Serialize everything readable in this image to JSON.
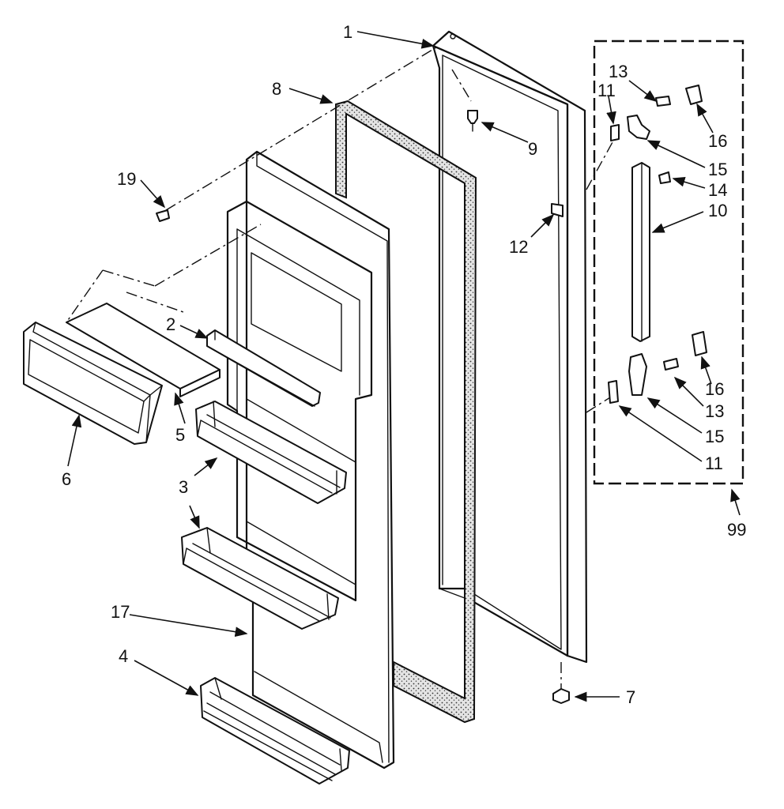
{
  "callouts": {
    "c1": "1",
    "c8": "8",
    "c9": "9",
    "c19": "19",
    "c12": "12",
    "c2": "2",
    "c5": "5",
    "c6": "6",
    "c3a": "3",
    "c3b": "3",
    "c17": "17",
    "c4": "4",
    "c7": "7",
    "c13a": "13",
    "c11a": "11",
    "c16a": "16",
    "c15a": "15",
    "c14": "14",
    "c10": "10",
    "c16b": "16",
    "c13b": "13",
    "c15b": "15",
    "c11b": "11",
    "c99": "99"
  }
}
